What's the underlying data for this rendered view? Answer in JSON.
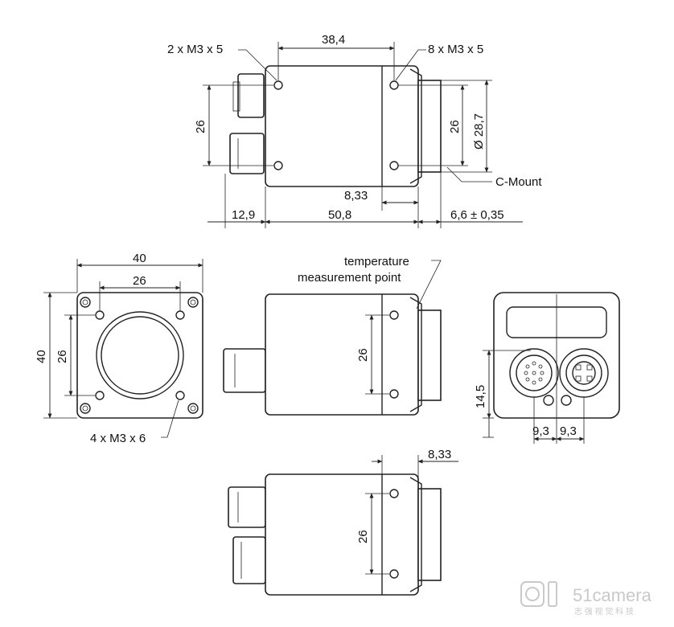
{
  "labels": {
    "top_holes_left": "2 x M3 x 5",
    "top_holes_right": "8 x M3 x 5",
    "top_width": "38,4",
    "top_height": "26",
    "top_lens_inner": "26",
    "top_lens_diameter": "Ø 28,7",
    "c_mount": "C-Mount",
    "top_offset": "8,33",
    "top_connector_len": "12,9",
    "top_body_len": "50,8",
    "top_flange": "6,6 ± 0,35",
    "front_width": "40",
    "front_inner_width": "26",
    "front_height": "40",
    "front_inner_height": "26",
    "front_holes": "4 x M3 x 6",
    "temp_line1": "temperature",
    "temp_line2": "measurement point",
    "side_height": "26",
    "rear_height": "14,5",
    "rear_pitch_left": "9,3",
    "rear_pitch_right": "9,3",
    "bottom_offset": "8,33",
    "bottom_height": "26"
  },
  "watermark": {
    "brand": "51camera",
    "tagline": "志 强 视 觉 科 技"
  }
}
